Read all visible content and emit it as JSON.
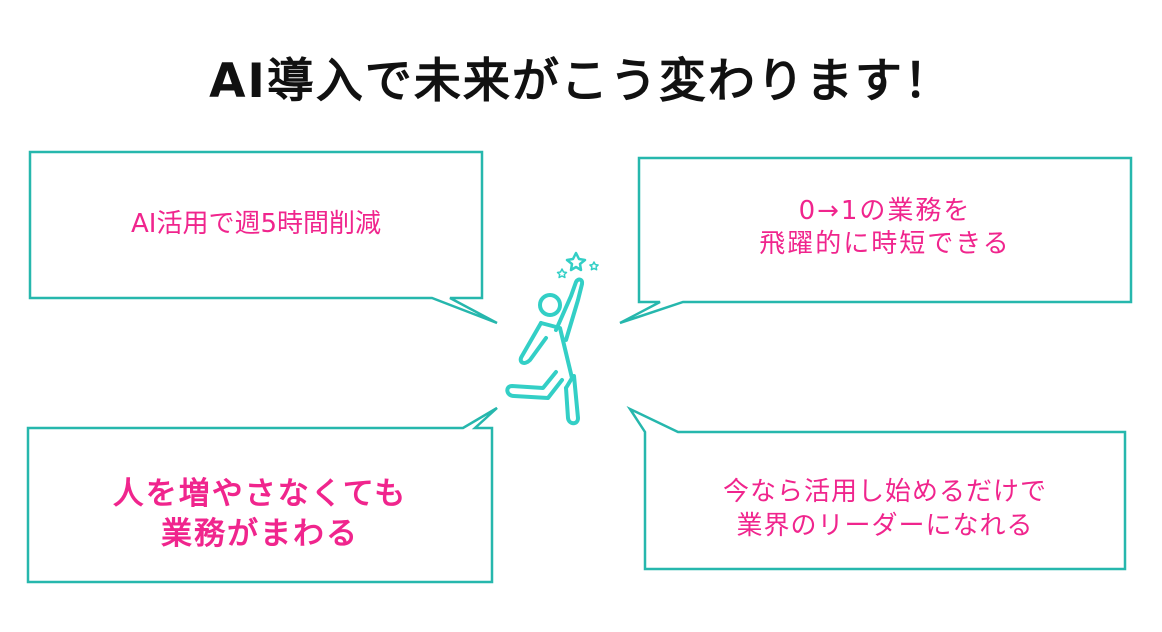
{
  "title": "AI導入で未来がこう変わります！",
  "colors": {
    "frame": "#26b7ad",
    "accent_text": "#f0258d",
    "figure": "#33cfc6",
    "title": "#111111"
  },
  "bubbles": [
    {
      "lines": [
        "AI活用で週5時間削減"
      ]
    },
    {
      "lines": [
        "0→1の業務を",
        "飛躍的に時短できる"
      ]
    },
    {
      "lines": [
        "人を増やさなくても",
        "業務がまわる"
      ]
    },
    {
      "lines": [
        "今なら活用し始めるだけで",
        "業界のリーダーになれる"
      ]
    }
  ],
  "figure_icon": "cheering-person-with-star-icon"
}
